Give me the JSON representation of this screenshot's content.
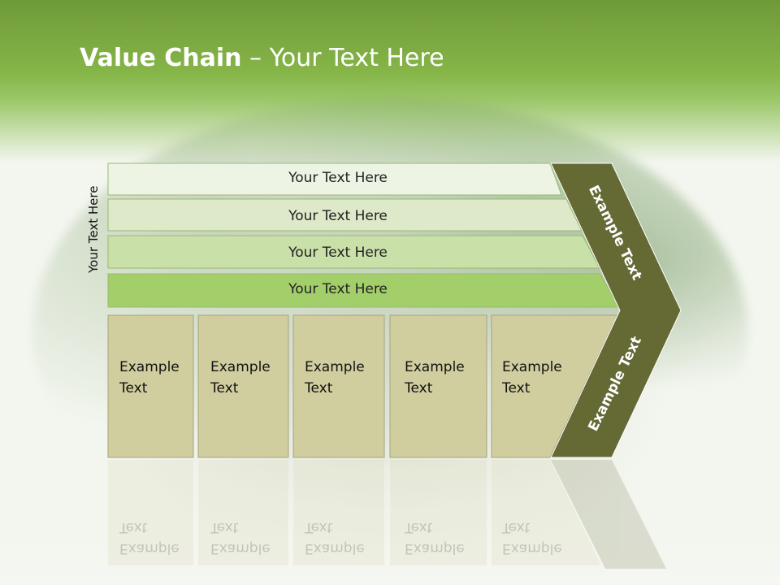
{
  "slide": {
    "title_bold": "Value Chain",
    "title_rest": " – Your Text Here"
  },
  "diagram": {
    "side_label": "Your Text Here",
    "rows": [
      {
        "label": "Your Text Here",
        "color": "#edf4e3"
      },
      {
        "label": "Your Text Here",
        "color": "#dde9c9"
      },
      {
        "label": "Your Text Here",
        "color": "#c9e0a8"
      },
      {
        "label": "Your Text Here",
        "color": "#a3cf6b"
      }
    ],
    "cells": [
      {
        "line1": "Example",
        "line2": "Text"
      },
      {
        "line1": "Example",
        "line2": "Text"
      },
      {
        "line1": "Example",
        "line2": "Text"
      },
      {
        "line1": "Example",
        "line2": "Text"
      },
      {
        "line1": "Example",
        "line2": "Text"
      }
    ],
    "chevron_top_label": "Example Text",
    "chevron_bottom_label": "Example Text",
    "colors": {
      "cell_fill": "#d0ce9f",
      "chevron_fill": "#656a35",
      "row_border": "#9ab872"
    }
  }
}
